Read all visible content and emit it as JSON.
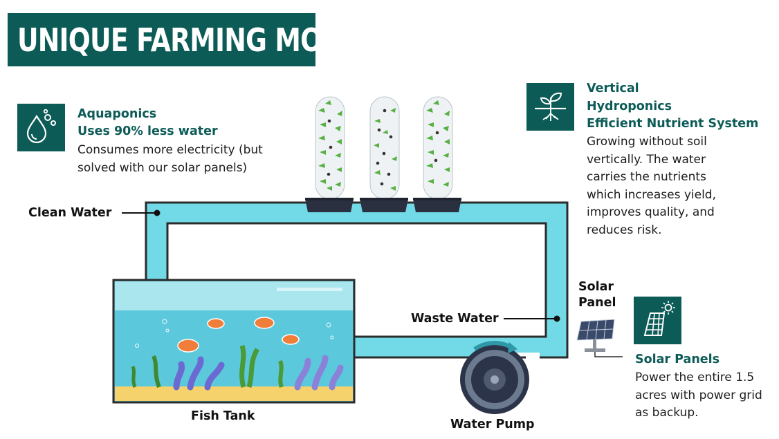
{
  "title": "UNIQUE FARMING MODEL",
  "aquaponics": {
    "heading": "Aquaponics",
    "subheading": "Uses 90% less water",
    "body": "Consumes more electricity (but solved with our solar panels)",
    "icon": "water-drop-icon"
  },
  "vertical": {
    "heading_line1": "Vertical",
    "heading_line2": "Hydroponics",
    "subheading": "Efficient Nutrient System",
    "body": "Growing without soil vertically. The water carries the nutrients which increases yield, improves quality, and reduces risk.",
    "icon": "sprout-roots-icon"
  },
  "solar": {
    "heading": "Solar Panels",
    "body": "Power the entire 1.5 acres with power grid as backup.",
    "icon": "solar-panel-sun-icon"
  },
  "labels": {
    "clean_water": "Clean Water",
    "waste_water": "Waste Water",
    "solar_panel_line1": "Solar",
    "solar_panel_line2": "Panel",
    "fish_tank": "Fish Tank",
    "water_pump": "Water Pump"
  },
  "colors": {
    "brand": "#0c5b57",
    "pipe": "#72d9e6",
    "tank_water": "#5cc8dc",
    "sand": "#f5d26b",
    "fish": "#f07e3a",
    "plant": "#5aa43a",
    "coral": "#6a6ad2"
  }
}
